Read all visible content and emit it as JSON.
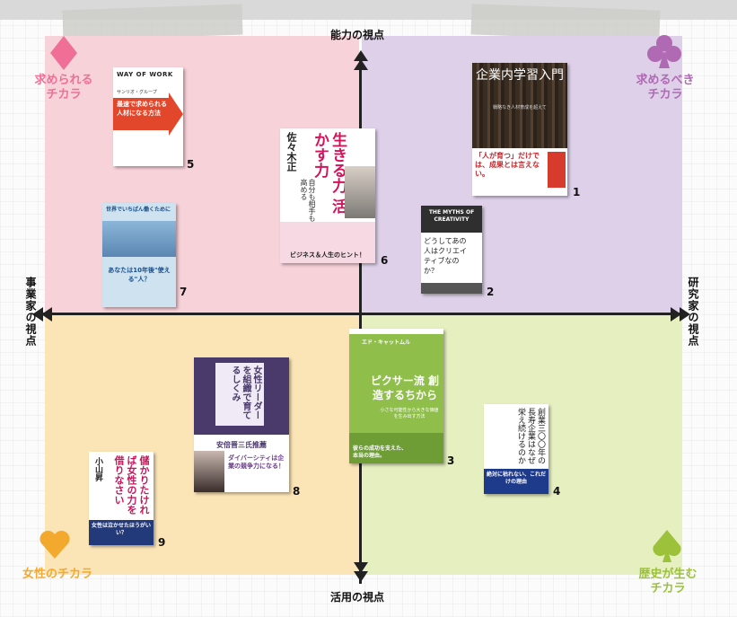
{
  "axes": {
    "top": "能力の視点",
    "bottom": "活用の視点",
    "left": "事業家の視点",
    "right": "研究家の視点"
  },
  "corners": {
    "top_left": "求められる\nチカラ",
    "top_right": "求めるべき\nチカラ",
    "bottom_left": "女性のチカラ",
    "bottom_right": "歴史が生む\nチカラ"
  },
  "colors": {
    "top_left": "#f7d2d9",
    "top_right": "#ddd0e8",
    "bottom_left": "#fbe4b6",
    "bottom_right": "#e6efbf",
    "diamond": "#ef6f97",
    "club": "#b06ab3",
    "heart": "#f2a92e",
    "spade": "#9cc23b"
  },
  "books": [
    {
      "num": "1",
      "title": "企業内学習入門",
      "subtitle": "戦略なき人材育成を超えて",
      "band": "「人が育つ」だけでは、成果とは言えない。"
    },
    {
      "num": "2",
      "title_en": "THE MYTHS OF CREATIVITY",
      "title": "どうしてあの人はクリエイティブなのか？"
    },
    {
      "num": "3",
      "author": "エド・キャットムル",
      "title": "ピクサー流 創造するちから",
      "sub": "小さな可能性から大きな価値を生み出す方法",
      "band": "彼らの成功を支えた、本当の理由。"
    },
    {
      "num": "4",
      "title": "創業三〇〇年の長寿企業はなぜ栄え続けるのか",
      "band": "絶対に枯れない、これだけの理由"
    },
    {
      "num": "5",
      "title_en": "WAY OF WORK",
      "author": "サンリオ・グループ",
      "title": "最速で求められる人材になる方法"
    },
    {
      "num": "6",
      "author": "佐々木正",
      "title": "生きる力 活かす力",
      "sub": "自分も相手も高める",
      "band": "ビジネス＆人生のヒント！"
    },
    {
      "num": "7",
      "title": "世界でいちばん働くために",
      "sub": "あなたは10年後\"使える\"人？"
    },
    {
      "num": "8",
      "title": "女性リーダーを組織で育てるしくみ",
      "band": "安倍晋三氏推薦",
      "sub": "ダイバーシティは企業の競争力になる！"
    },
    {
      "num": "9",
      "author": "小山昇",
      "title": "儲かりたければ女性の力を借りなさい",
      "band": "女性は泣かせたほうがいい？"
    }
  ]
}
